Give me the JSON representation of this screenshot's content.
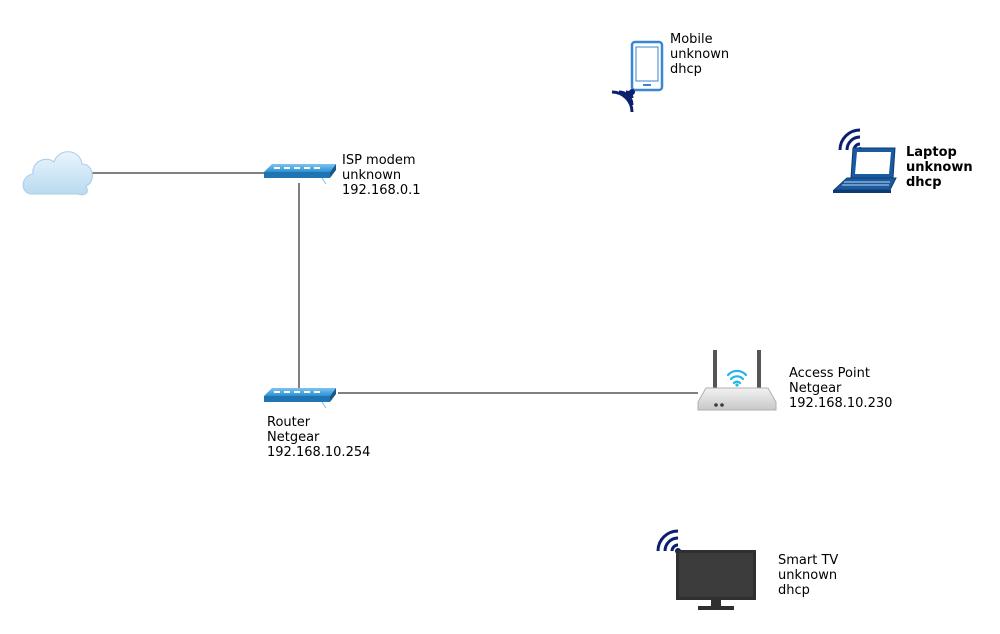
{
  "nodes": {
    "isp_modem": {
      "lines": [
        "ISP modem",
        "unknown",
        "192.168.0.1"
      ],
      "bold": false
    },
    "router": {
      "lines": [
        "Router",
        "Netgear",
        "192.168.10.254"
      ],
      "bold": false
    },
    "access_point": {
      "lines": [
        "Access Point",
        "Netgear",
        "192.168.10.230"
      ],
      "bold": false
    },
    "mobile": {
      "lines": [
        "Mobile",
        "unknown",
        "dhcp"
      ],
      "bold": false
    },
    "laptop": {
      "lines": [
        "Laptop",
        "unknown",
        "dhcp"
      ],
      "bold": true
    },
    "smart_tv": {
      "lines": [
        "Smart TV",
        "unknown",
        "dhcp"
      ],
      "bold": false
    }
  },
  "icons": {
    "internet": "cloud-icon",
    "isp_modem": "network-switch-icon",
    "router": "network-switch-icon",
    "access_point": "wireless-router-icon",
    "mobile": "smartphone-icon",
    "laptop": "laptop-icon",
    "smart_tv": "television-icon",
    "wireless": "wifi-signal-icon"
  },
  "colors": {
    "link": "#000000",
    "device_blue": "#2e90d1",
    "device_dark_blue": "#1a4a8a",
    "wifi_navy": "#0b1f6e",
    "ap_wifi": "#22b5e8",
    "cloud": "#cfe6f5",
    "tv_frame": "#2f2f2f",
    "ap_body": "#d9d9d9"
  }
}
